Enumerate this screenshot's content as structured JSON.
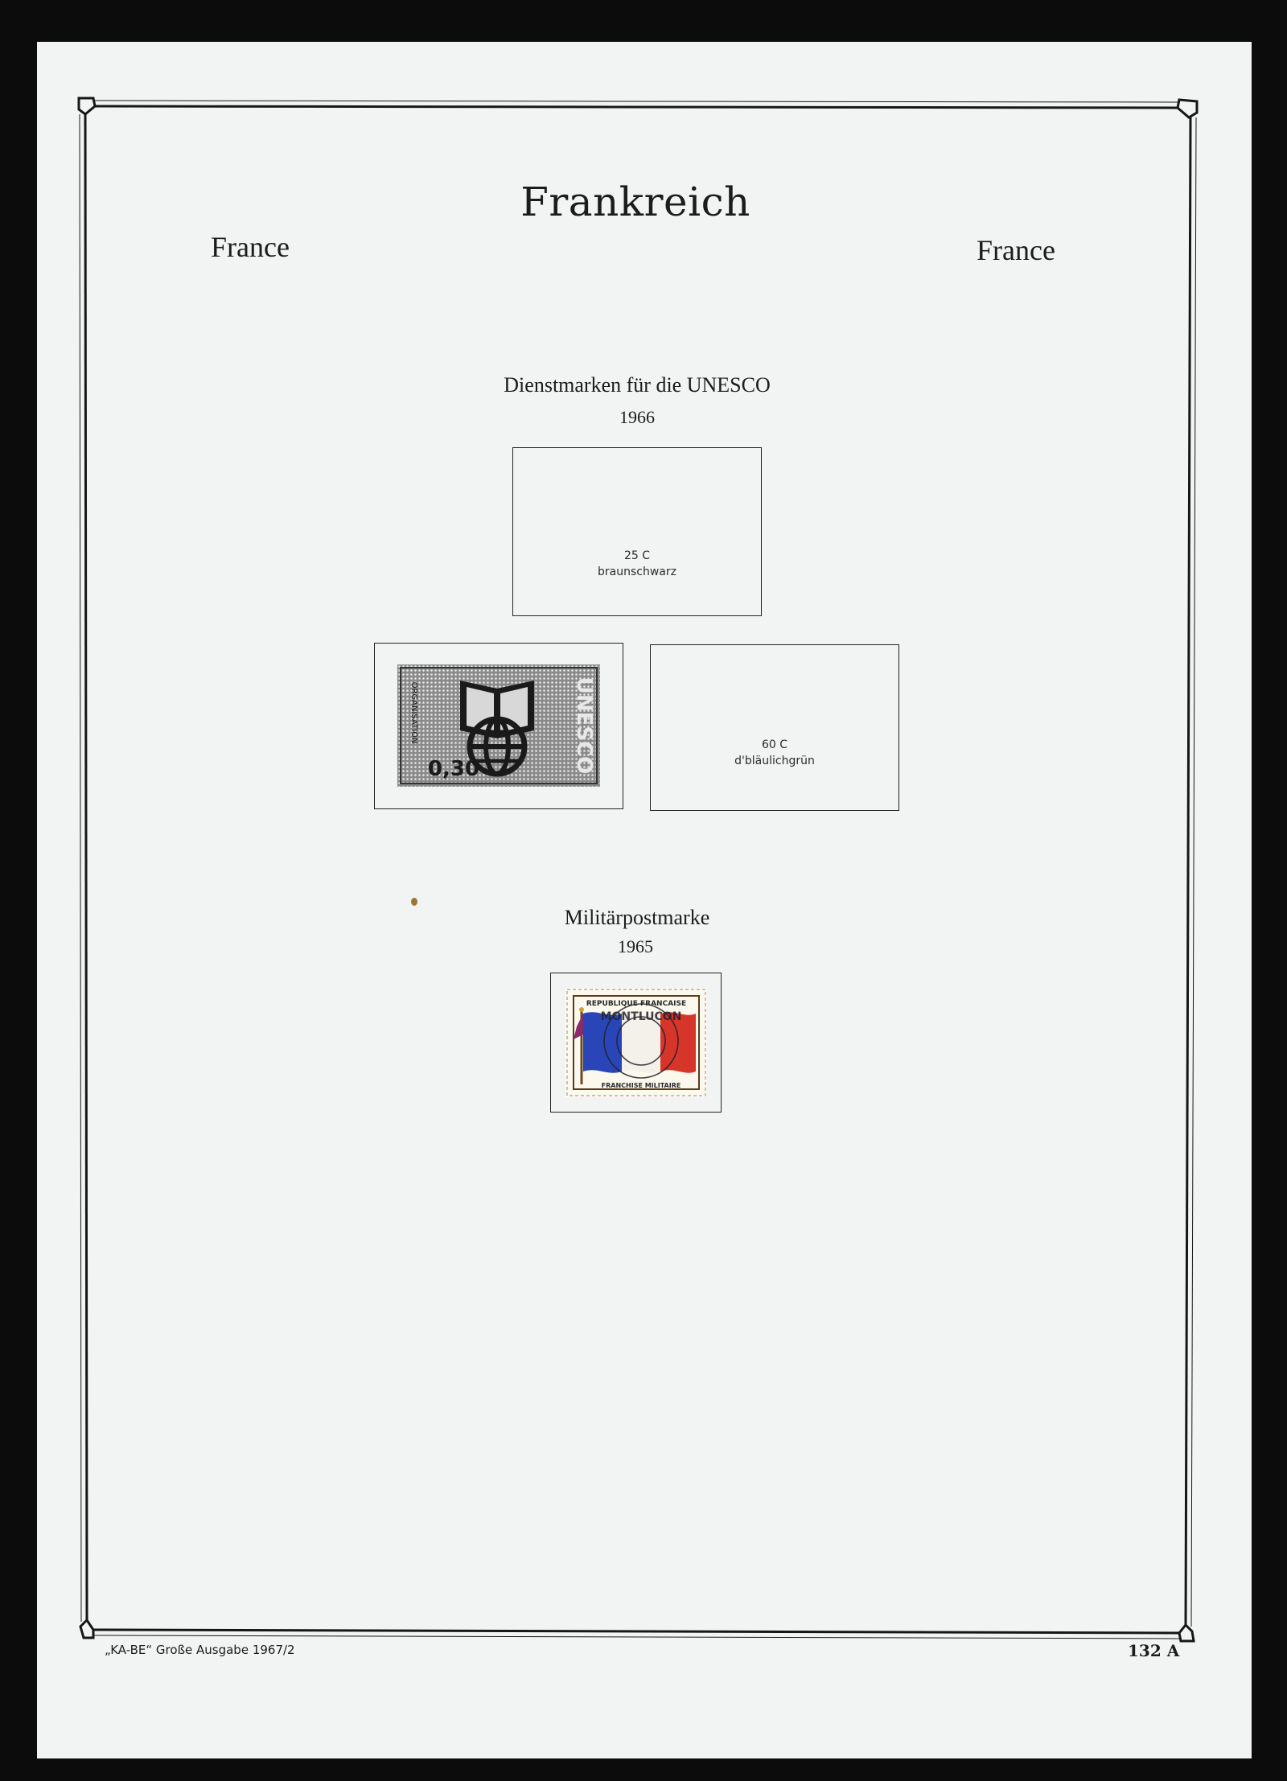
{
  "page": {
    "title": "Frankreich",
    "country_left": "France",
    "country_right": "France"
  },
  "unesco": {
    "heading": "Dienstmarken für die UNESCO",
    "year": "1966",
    "slots": [
      {
        "value": "25 C",
        "color": "braunschwarz"
      },
      {
        "value": "60 C",
        "color": "d'bläulichgrün"
      }
    ],
    "stamp": {
      "denomination": "0,30",
      "side_text": "UNESCO",
      "top_text": "ORGANISATION"
    }
  },
  "military": {
    "heading": "Militärpostmarke",
    "year": "1965",
    "stamp": {
      "top_text": "REPUBLIQUE FRANCAISE",
      "bottom_text": "FRANCHISE MILITAIRE",
      "postmark": "MONTLUCON"
    }
  },
  "footer": {
    "publisher": "„KA-BE“ Große Ausgabe 1967/2",
    "page_number": "132 A"
  },
  "colors": {
    "paper": "#f2f3f3",
    "ink": "#1c1c1c",
    "flag_blue": "#2a45b8",
    "flag_white": "#f4f1ea",
    "flag_red": "#d8352a"
  }
}
